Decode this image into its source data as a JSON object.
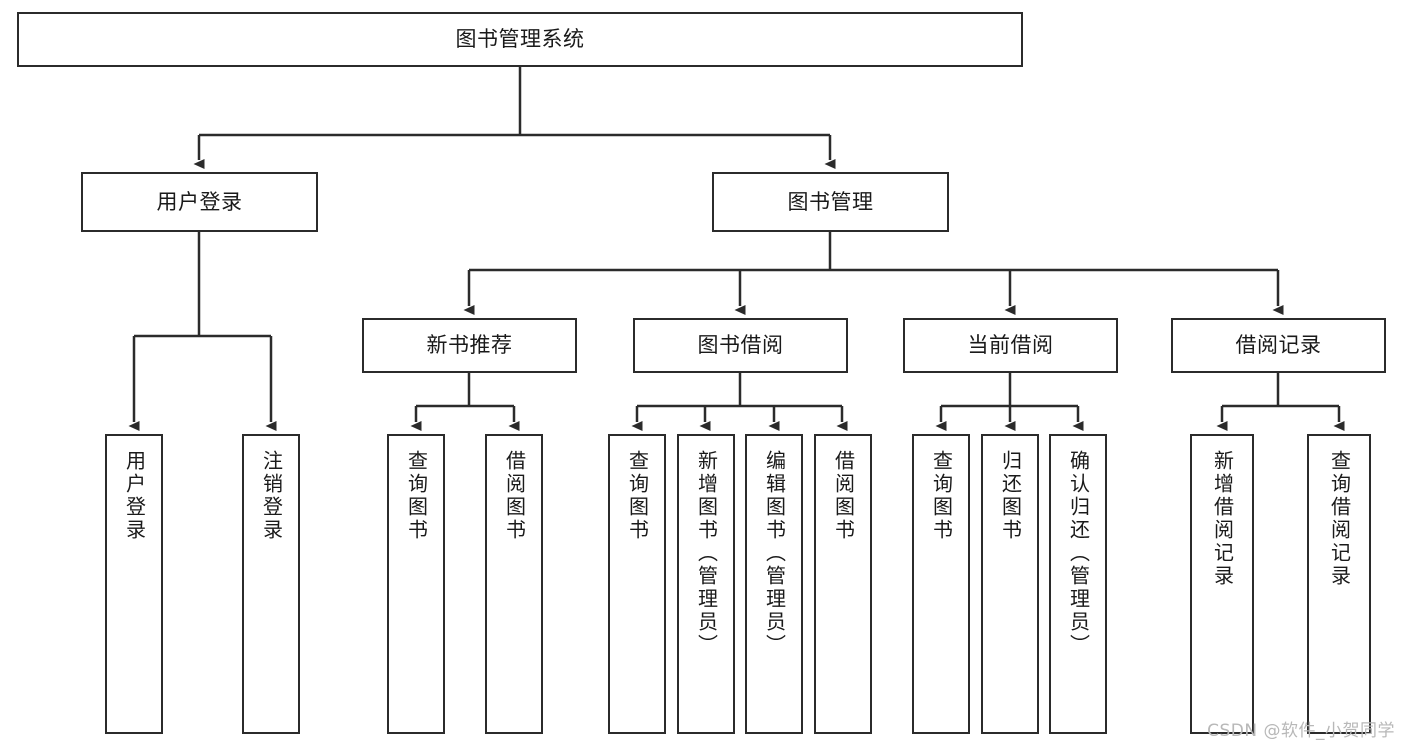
{
  "diagram": {
    "title": "图书管理系统",
    "type": "tree-hierarchy-chart",
    "root": {
      "label": "图书管理系统"
    },
    "level2": [
      {
        "label": "用户登录"
      },
      {
        "label": "图书管理"
      }
    ],
    "level3": [
      {
        "label": "新书推荐"
      },
      {
        "label": "图书借阅"
      },
      {
        "label": "当前借阅"
      },
      {
        "label": "借阅记录"
      }
    ],
    "leaves": {
      "user_login": [
        {
          "label": "用户登录"
        },
        {
          "label": "注销登录"
        }
      ],
      "new_book_recommend": [
        {
          "label": "查询图书"
        },
        {
          "label": "借阅图书"
        }
      ],
      "book_borrow": [
        {
          "label": "查询图书"
        },
        {
          "label": "新增图书（管理员）"
        },
        {
          "label": "编辑图书（管理员）"
        },
        {
          "label": "借阅图书"
        }
      ],
      "current_borrow": [
        {
          "label": "查询图书"
        },
        {
          "label": "归还图书"
        },
        {
          "label": "确认归还（管理员）"
        }
      ],
      "borrow_record": [
        {
          "label": "新增借阅记录"
        },
        {
          "label": "查询借阅记录"
        }
      ]
    }
  },
  "watermark": {
    "text": "CSDN @软件_小贺同学"
  },
  "colors": {
    "stroke": "#2b2b2b",
    "fill": "#ffffff",
    "text": "#1a1a1a",
    "watermark": "#b8b8b8"
  }
}
